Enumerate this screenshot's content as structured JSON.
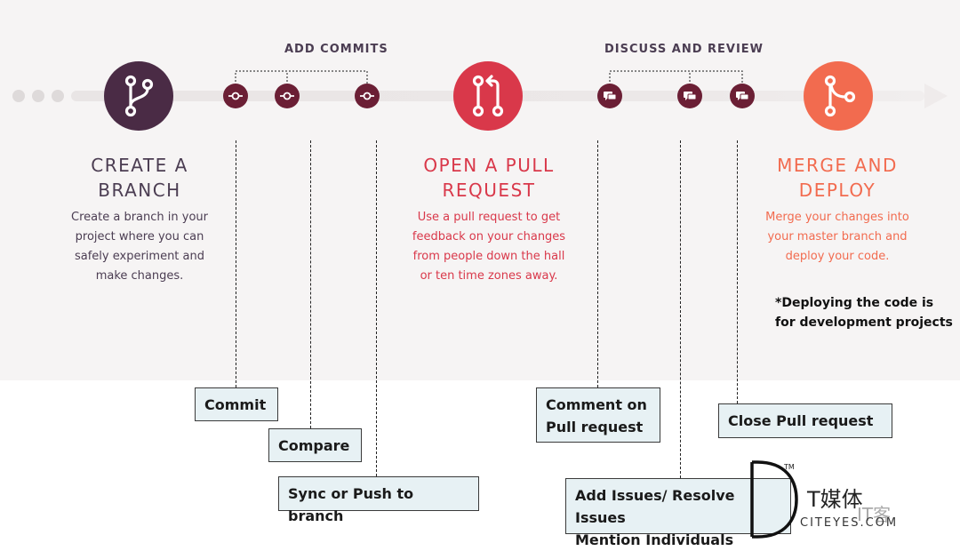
{
  "colors": {
    "branch": "#4a2b45",
    "pull": "#d9384a",
    "merge": "#f26b4f",
    "commit_node": "#6b1f35",
    "text_dark": "#4b3d52",
    "callout_bg": "#e7f1f4"
  },
  "brackets": {
    "commits_label": "ADD COMMITS",
    "review_label": "DISCUSS AND REVIEW"
  },
  "stages": [
    {
      "id": "branch",
      "icon": "git-branch-icon",
      "title_line1": "CREATE A",
      "title_line2": "BRANCH",
      "desc_lines": [
        "Create a branch in your",
        "project where you can",
        "safely experiment and",
        "make changes."
      ]
    },
    {
      "id": "pull",
      "icon": "pull-request-icon",
      "title_line1": "OPEN A PULL",
      "title_line2": "REQUEST",
      "desc_lines": [
        "Use a pull request to get",
        "feedback on your changes",
        "from people down the hall",
        "or ten time zones away."
      ]
    },
    {
      "id": "merge",
      "icon": "git-merge-icon",
      "title_line1": "MERGE AND",
      "title_line2": "DEPLOY",
      "desc_lines": [
        "Merge your changes into",
        "your master branch and",
        "deploy your code."
      ]
    }
  ],
  "commit_nodes": [
    "commit-icon",
    "commit-icon",
    "commit-icon"
  ],
  "review_nodes": [
    "comment-icon",
    "comment-icon",
    "comment-icon"
  ],
  "footnote": "*Deploying the code is\nfor development projects",
  "callouts": {
    "commit": "Commit",
    "compare": "Compare",
    "sync": "Sync or Push to branch",
    "comment": "Comment on\nPull request",
    "issues": "Add Issues/ Resolve Issues\nMention Individuals",
    "close": "Close Pull request"
  },
  "watermark": {
    "name": "T媒体",
    "sub": "CITEYES.COM",
    "tm": "TM",
    "wechat": "IT客"
  }
}
